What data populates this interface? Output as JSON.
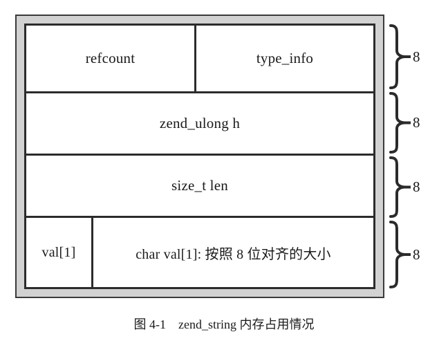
{
  "figure": {
    "caption": "图 4-1　zend_string 内存占用情况",
    "struct_name": "zend_string",
    "rows": [
      {
        "id": "header-row",
        "size_label": "8",
        "cells": [
          {
            "name": "refcount",
            "label": "refcount"
          },
          {
            "name": "type_info",
            "label": "type_info"
          }
        ]
      },
      {
        "id": "hash-row",
        "size_label": "8",
        "cells": [
          {
            "name": "hash",
            "label": "zend_ulong h"
          }
        ]
      },
      {
        "id": "len-row",
        "size_label": "8",
        "cells": [
          {
            "name": "len",
            "label": "size_t len"
          }
        ]
      },
      {
        "id": "val-row",
        "size_label": "8",
        "cells": [
          {
            "name": "val",
            "label": "val[1]"
          },
          {
            "name": "val-note",
            "label": "char val[1]: 按照 8 位对齐的大小"
          }
        ]
      }
    ]
  },
  "colors": {
    "border": "#2b2b2b",
    "frame_fill": "#d2d2d2",
    "cell_fill": "#ffffff",
    "text": "#1a1a1a",
    "page_background": "#ffffff"
  }
}
